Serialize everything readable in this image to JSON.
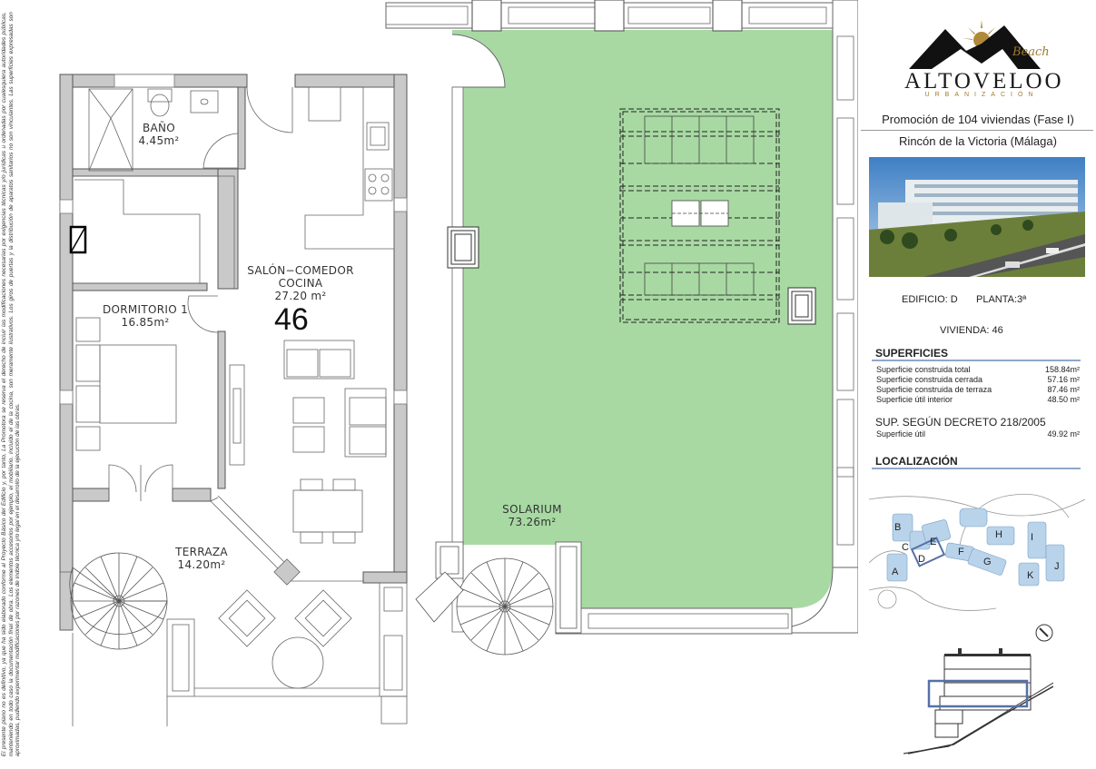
{
  "disclaimer": "El presente plano no es definitivo, ya que ha sido elaborado conforme al Proyecto Básico del Edificio y, por tanto, La Promotora se reserva el derecho de incluir las modificaciones necesarias por exigencias técnicas y/o jurídicas u ordenadas por cualesquiera autoridades públicas, manteniendo en todo caso la documentación final de obra. Los elementos accesorios por ejemplo, el mobiliario, incluido el de la cocina, son meramente ilustrativos. Los giros de puertas y la distribución de aparatos sanitarios no son vinculantes. Las superficies expresadas son aproximadas, pudiendo experimentar modificaciones por razones de índole técnica y/o legal en el desarrollo de la ejecución de las obras.",
  "rooms": {
    "bano": {
      "name": "BAÑO",
      "area": "4.45m²"
    },
    "salon": {
      "name": "SALÓN−COMEDOR",
      "name2": "COCINA",
      "area": "27.20  m²"
    },
    "dormitorio": {
      "name": "DORMITORIO  1",
      "area": "16.85m²"
    },
    "terraza": {
      "name": "TERRAZA",
      "area": "14.20m²"
    },
    "solarium": {
      "name": "SOLARIUM",
      "area": "73.26m²"
    }
  },
  "unit_number": "46",
  "brand": {
    "name": "ALTOVELOO",
    "subtitle": "URBANIZACIÓN",
    "script": "Beach",
    "gold": "#b08a3a"
  },
  "promotion": {
    "line1": "Promoción de 104 viviendas (Fase I)",
    "line2": "Rincón de la Victoria (Málaga)"
  },
  "building": {
    "edificio": "EDIFICIO: D",
    "planta": "PLANTA:3ª",
    "vivienda": "VIVIENDA: 46"
  },
  "superficies": {
    "title": "SUPERFICIES",
    "rows": [
      {
        "label": "Superficie construida total",
        "value": "158.84m²"
      },
      {
        "label": "Superficie construida cerrada",
        "value": "57.16 m²"
      },
      {
        "label": "Superficie construida de terraza",
        "value": "87.46 m²"
      },
      {
        "label": "Superficie útil interior",
        "value": "48.50 m²"
      }
    ]
  },
  "decreto": {
    "title": "SUP. SEGÚN DECRETO 218/2005",
    "rows": [
      {
        "label": "Superficie útil",
        "value": "49.92 m²"
      }
    ]
  },
  "localizacion": {
    "title": "LOCALIZACIÓN",
    "blocks": [
      "A",
      "B",
      "C",
      "D",
      "E",
      "F",
      "G",
      "H",
      "I",
      "J",
      "K"
    ]
  },
  "colors": {
    "solarium": "#a8d9a3",
    "accent_line": "#8fa8c8",
    "highlight": "#5670a8"
  }
}
